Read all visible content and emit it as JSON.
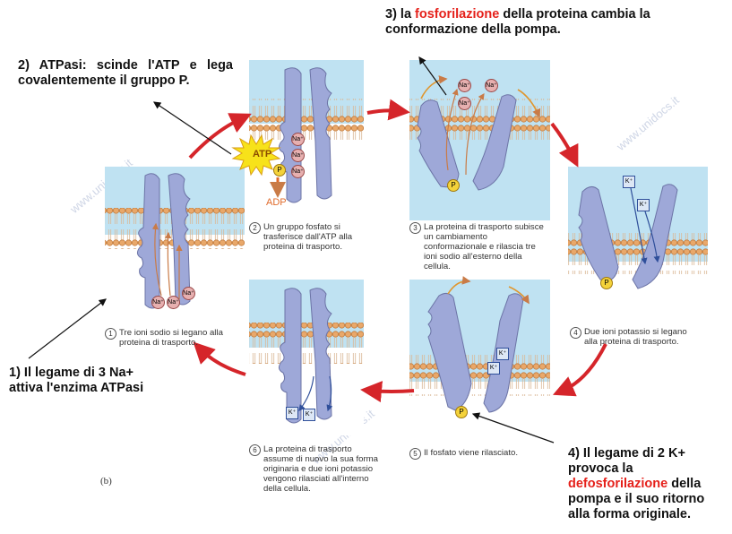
{
  "annotations": {
    "note1": "1) Il legame di 3 Na+ attiva l'enzima ATPasi",
    "note2": "2) ATPasi: scinde l'ATP e lega covalentemente il gruppo P.",
    "note3_pre": "3) la ",
    "note3_red": "fosforilazione",
    "note3_post": " della proteina cambia la conformazione della pompa.",
    "note4_pre": "4) Il legame di 2 K+ provoca la ",
    "note4_red": "defosforilazione",
    "note4_post": " della pompa e il suo ritorno alla forma originale."
  },
  "steps": [
    {
      "num": "1",
      "text": "Tre ioni sodio si legano alla proteina di trasporto."
    },
    {
      "num": "2",
      "text": "Un gruppo fosfato si trasferisce dall'ATP alla proteina di trasporto."
    },
    {
      "num": "3",
      "text": "La proteina di trasporto subisce un cambiamento conformazionale e rilascia tre ioni sodio all'esterno della cellula."
    },
    {
      "num": "4",
      "text": "Due ioni potassio si legano alla proteina di trasporto."
    },
    {
      "num": "5",
      "text": "Il fosfato viene rilasciato."
    },
    {
      "num": "6",
      "text": "La proteina di trasporto assume di nuovo la sua forma originaria e due ioni potassio vengono rilasciati all'interno della cellula."
    }
  ],
  "labels": {
    "na": "Na⁺",
    "k": "K⁺",
    "atp": "ATP",
    "adp": "ADP",
    "p": "P",
    "figure_tag": "(b)"
  },
  "watermark": "www.unidocs.it",
  "colors": {
    "extracellular": "#bfe2f2",
    "membrane": "#e9a86a",
    "protein": "#9ea8d8",
    "cycle_arrow": "#d5252a",
    "highlight": "#e5211b"
  }
}
